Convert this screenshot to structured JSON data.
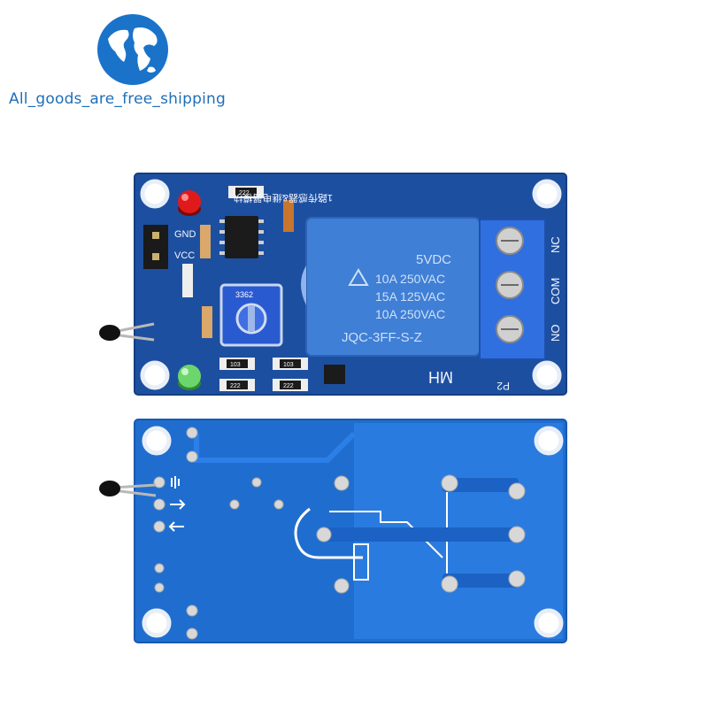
{
  "watermark": {
    "text": "All_goods_are_free_shipping"
  },
  "relay": {
    "voltage": "5VDC",
    "rating_1": "10A 250VAC",
    "rating_2": "15A 125VAC",
    "rating_3": "10A 250VAC",
    "model": "JQC-3FF-S-Z"
  },
  "terminals": {
    "nc": "NC",
    "com": "COM",
    "no": "NO"
  },
  "header": {
    "gnd": "GND",
    "vcc": "VCC"
  },
  "silkscreen": {
    "title": "1路传感器&继电器模块",
    "brand": "MH",
    "p2": "P2",
    "pot_code": "3362",
    "resistor_222_a": "222",
    "resistor_222_b": "222",
    "resistor_222_c": "222",
    "resistor_103_a": "103",
    "resistor_103_b": "103"
  },
  "colors": {
    "pcb": "#1d4fa0",
    "relay": "#3f7fd6",
    "terminal": "#2f6fe0",
    "led_red": "#e01a1a",
    "led_green": "#6cd66c"
  }
}
